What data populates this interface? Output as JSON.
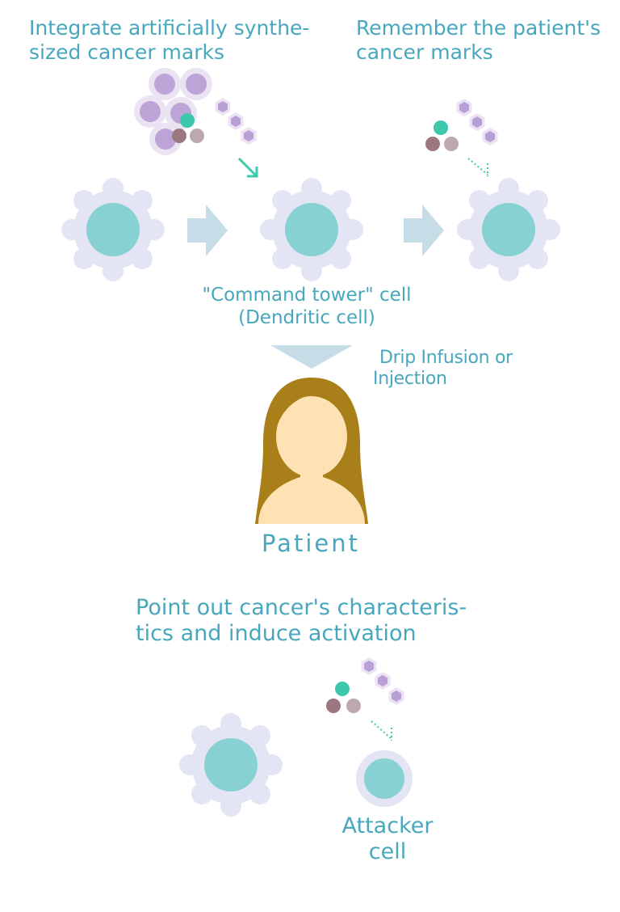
{
  "labels": {
    "step1": [
      "Integrate artificially synthe-",
      "sized cancer marks"
    ],
    "step2": [
      "Remember the patient's",
      "cancer marks"
    ],
    "command_cell": [
      "\"Command tower\" cell",
      "(Dendritic cell)"
    ],
    "delivery": [
      "Drip Infusion or",
      "Injection"
    ],
    "patient": "Patient",
    "step3": [
      "Point out cancer's characteris-",
      "tics and induce activation"
    ],
    "attacker_cell": [
      "Attacker",
      "cell"
    ]
  },
  "colors": {
    "text": "#47a7bd",
    "cell_halo": "#e3e5f4",
    "cell_nucleus": "#88d1d3",
    "arrow": "#c6dde7",
    "cancer_outer": "#ebe3f2",
    "cancer_inner": "#bca4d6",
    "peptide": "#b89fd5",
    "peptide_halo": "#ece2f4",
    "teal_dot": "#3dc7ab",
    "mauve_dark": "#9b7880",
    "mauve_light": "#bda9ad",
    "hair": "#a87f18",
    "skin": "#fee2b4"
  }
}
